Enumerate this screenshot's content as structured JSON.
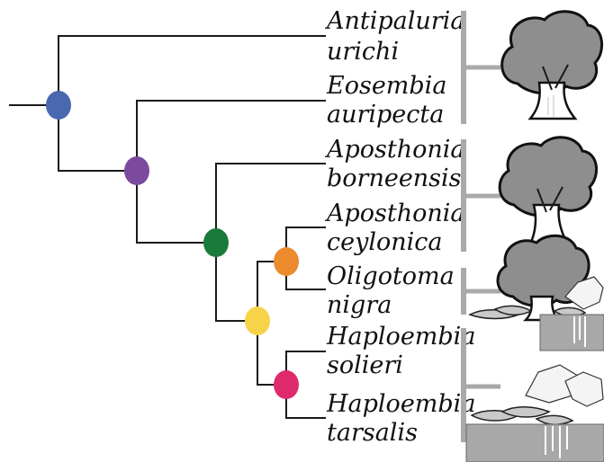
{
  "taxa": [
    {
      "genus": "Antipaluria",
      "species": "urichi"
    },
    {
      "genus": "Eosembia",
      "species": "auripecta"
    },
    {
      "genus": "Aposthonia",
      "species": "borneensis"
    },
    {
      "genus": "Aposthonia",
      "species": "ceylonica"
    },
    {
      "genus": "Oligotoma",
      "species": "nigra"
    },
    {
      "genus": "Haploembia",
      "species": "solieri"
    },
    {
      "genus": "Haploembia",
      "species": "tarsalis"
    }
  ],
  "node_colors": {
    "root": "#4a68b0",
    "purple": "#7b4a9e",
    "green": "#1a7a3c",
    "yellow": "#f6d348",
    "orange": "#ec8a2e",
    "pink": "#de2a6c"
  },
  "habitat_icons": [
    "tree-icon",
    "tree-icon",
    "tree-with-leaf-litter-icon",
    "rock-and-leaf-litter-icon"
  ]
}
